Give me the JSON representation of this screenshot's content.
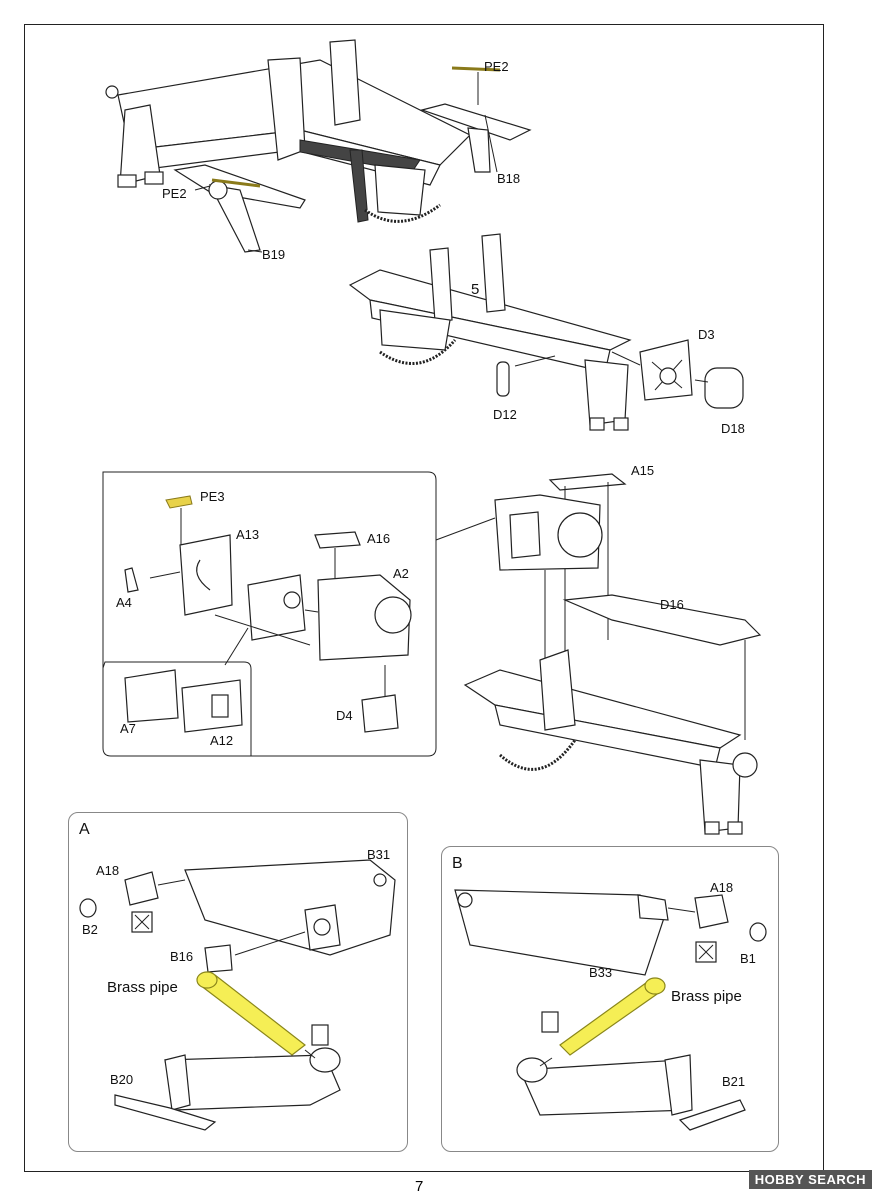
{
  "page_number": "7",
  "watermark": "HOBBY SEARCH",
  "step_number": "5",
  "top_labels": {
    "pe2_a": "PE2",
    "pe2_b": "PE2",
    "b18": "B18",
    "b19": "B19"
  },
  "step5_labels": {
    "d3": "D3",
    "d12": "D12",
    "d18": "D18"
  },
  "mid_labels": {
    "pe3": "PE3",
    "a13": "A13",
    "a16": "A16",
    "a2": "A2",
    "a4": "A4",
    "a7": "A7",
    "a12": "A12",
    "d4": "D4",
    "a15": "A15",
    "d16": "D16"
  },
  "panel_a": {
    "title": "A",
    "a18": "A18",
    "b31": "B31",
    "b2": "B2",
    "b16": "B16",
    "brass": "Brass pipe",
    "b20": "B20"
  },
  "panel_b": {
    "title": "B",
    "a18": "A18",
    "b1": "B1",
    "b33": "B33",
    "brass": "Brass pipe",
    "b21": "B21"
  }
}
